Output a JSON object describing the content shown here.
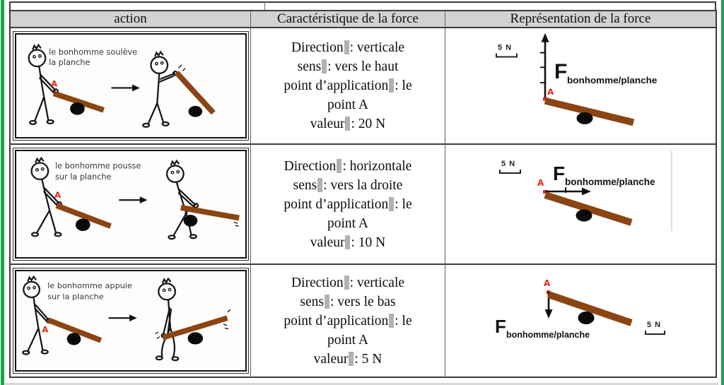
{
  "headers": {
    "action": "action",
    "caracteristique": "Caractéristique de la force",
    "representation": "Représentation de la force"
  },
  "rows": [
    {
      "action": {
        "caption1": "le bonhomme soulève",
        "caption2": "la planche",
        "point": "A"
      },
      "caract": {
        "l1_label": "Direction",
        "l1_value": ": verticale",
        "l2_label": "sens",
        "l2_value": ": vers le haut",
        "l3_label": "point d’application",
        "l3_value": ": le",
        "l4": "point A",
        "l5_label": "valeur",
        "l5_value": ": 20 N"
      },
      "rep": {
        "scale": "5 N",
        "force_main": "F",
        "force_sub": "bonhomme/planche",
        "point": "A"
      }
    },
    {
      "action": {
        "caption1": "le bonhomme pousse",
        "caption2": "sur la planche",
        "point": "A"
      },
      "caract": {
        "l1_label": "Direction",
        "l1_value": ": horizontale",
        "l2_label": "sens",
        "l2_value": ": vers la droite",
        "l3_label": "point d’application",
        "l3_value": ": le",
        "l4": "point A",
        "l5_label": "valeur",
        "l5_value": ": 10 N"
      },
      "rep": {
        "scale": "5 N",
        "force_main": "F",
        "force_sub": "bonhomme/planche",
        "point": "A"
      }
    },
    {
      "action": {
        "caption1": "le bonhomme appuie",
        "caption2": "sur la planche",
        "point": "A"
      },
      "caract": {
        "l1_label": "Direction",
        "l1_value": ": verticale",
        "l2_label": "sens",
        "l2_value": ": vers le bas",
        "l3_label": "point d’application",
        "l3_value": ": le",
        "l4": "point A",
        "l5_label": "valeur",
        "l5_value": ": 5 N"
      },
      "rep": {
        "scale": "5 N",
        "force_main": "F",
        "force_sub": "bonhomme/planche",
        "point": "A"
      }
    }
  ],
  "colors": {
    "accent_green": "#1ca24a",
    "header_bg": "#d2d2d2",
    "plank_brown": "#8a4513",
    "point_red": "#e02b20",
    "highlight_gray": "#b1b1b1"
  }
}
